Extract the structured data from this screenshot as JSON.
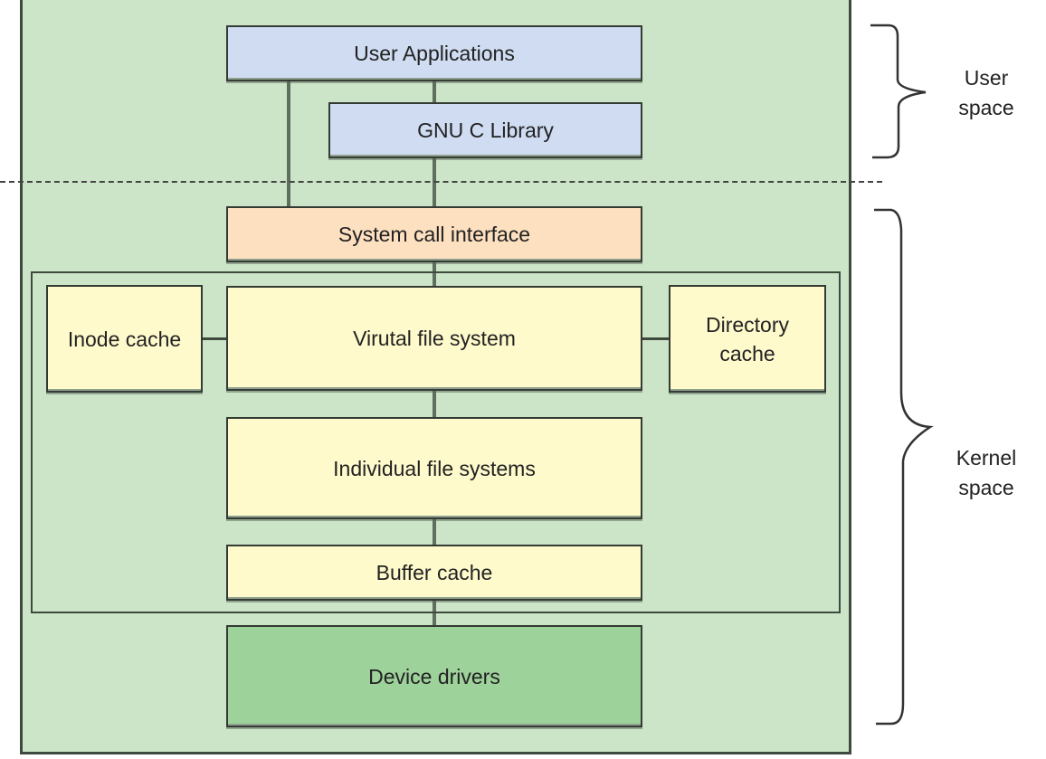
{
  "diagram": {
    "title": "Linux file system architecture",
    "user_space": {
      "label_line1": "User",
      "label_line2": "space",
      "boxes": {
        "user_applications": "User Applications",
        "gnu_c_library": "GNU C Library"
      }
    },
    "kernel_space": {
      "label_line1": "Kernel",
      "label_line2": "space",
      "boxes": {
        "system_call_interface": "System call interface",
        "inode_cache": "Inode cache",
        "virtual_file_system": "Virutal file system",
        "directory_cache_line1": "Directory",
        "directory_cache_line2": "cache",
        "individual_file_systems": "Individual file systems",
        "buffer_cache": "Buffer cache",
        "device_drivers": "Device drivers"
      }
    },
    "colors": {
      "background": "#cce5c8",
      "user_box": "#cfdcf2",
      "syscall_box": "#fde0c0",
      "vfs_box": "#fefacc",
      "driver_box": "#9ed29b"
    },
    "connections": [
      [
        "User Applications",
        "GNU C Library"
      ],
      [
        "User Applications",
        "System call interface"
      ],
      [
        "GNU C Library",
        "System call interface"
      ],
      [
        "System call interface",
        "Virutal file system"
      ],
      [
        "Inode cache",
        "Virutal file system"
      ],
      [
        "Virutal file system",
        "Directory cache"
      ],
      [
        "Virutal file system",
        "Individual file systems"
      ],
      [
        "Individual file systems",
        "Buffer cache"
      ],
      [
        "Buffer cache",
        "Device drivers"
      ]
    ]
  }
}
